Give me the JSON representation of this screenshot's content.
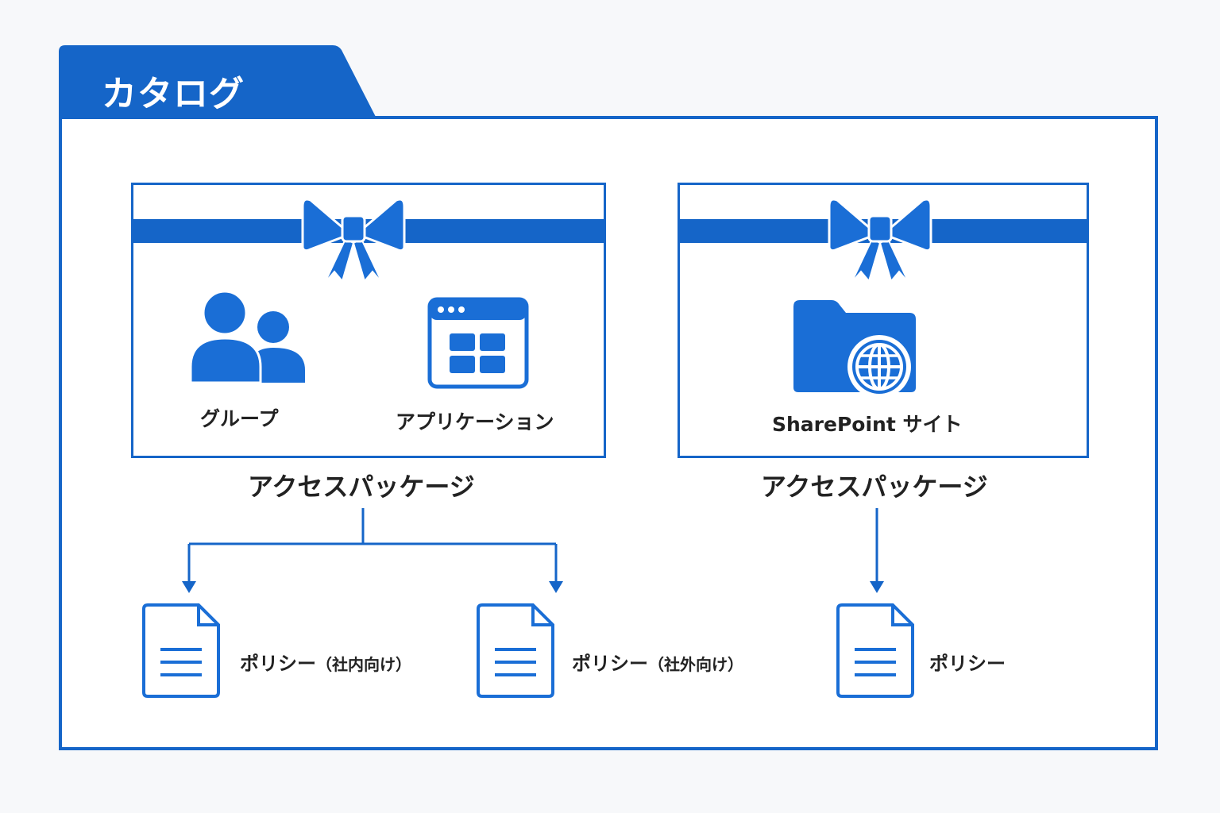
{
  "catalog": {
    "title": "カタログ"
  },
  "packages": [
    {
      "caption": "アクセスパッケージ",
      "resources": [
        {
          "label": "グループ",
          "icon": "group-icon"
        },
        {
          "label": "アプリケーション",
          "icon": "application-icon"
        }
      ]
    },
    {
      "caption": "アクセスパッケージ",
      "resources": [
        {
          "label": "SharePoint サイト",
          "icon": "sharepoint-site-icon"
        }
      ]
    }
  ],
  "policies": [
    {
      "label": "ポリシー",
      "qualifier": "（社内向け）"
    },
    {
      "label": "ポリシー",
      "qualifier": "（社外向け）"
    },
    {
      "label": "ポリシー",
      "qualifier": ""
    }
  ],
  "colors": {
    "accent": "#1565c8",
    "icon_fill": "#1a6ed6",
    "background": "#f7f8fa"
  }
}
